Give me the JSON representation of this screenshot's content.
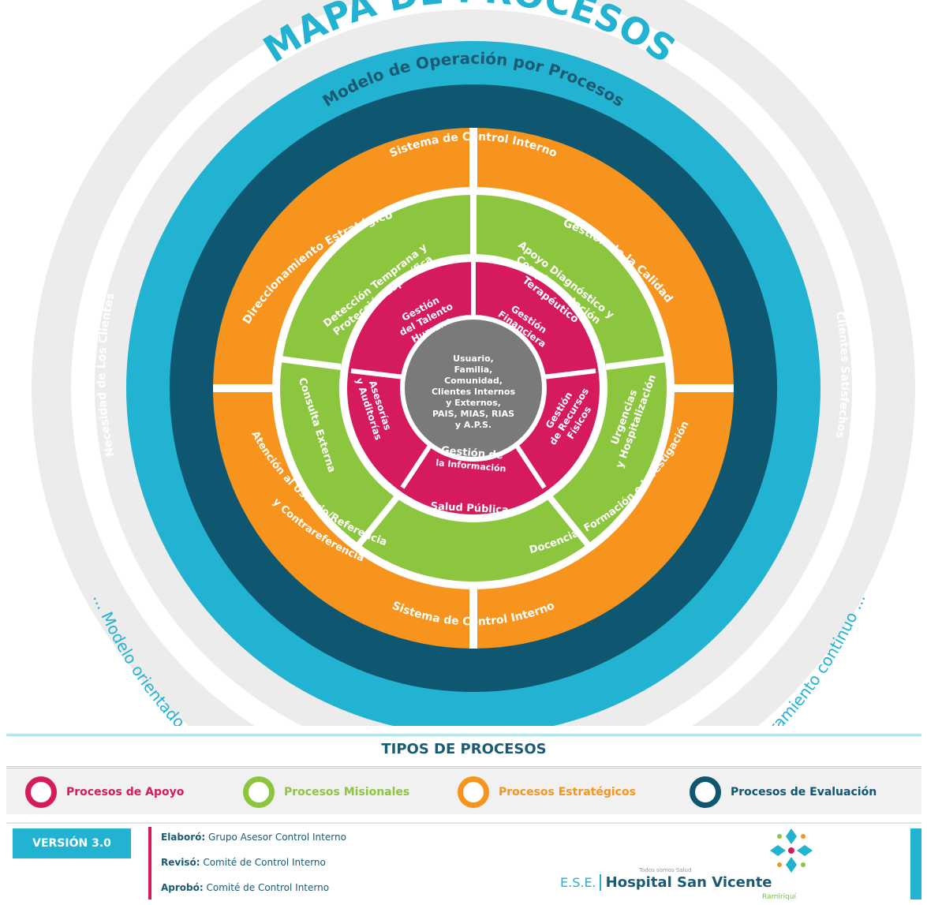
{
  "title": "MAPA DE PROCESOS",
  "subtitle": "Modelo de Operación por Procesos",
  "outer_left": "Necesidad de Los Clientes",
  "outer_right": "Clientes Satisfechos",
  "bottom_arc": "... Modelo orientado a las redes integrales de prestación de servicios, atención primaria en salud y mejoramiento continuo ...",
  "control_top": "Sistema de Control Interno",
  "control_bottom": "Sistema de Control Interno",
  "strategic": {
    "tl": "Direccionamiento Estratégico",
    "tr": "Gestión de la Calidad",
    "bl_1": "Atención al Usuario/Referencia",
    "bl_2": "y Contrareferencia",
    "br": "Docencia, Formación e Investigación"
  },
  "missional": {
    "top_left_1": "Detección Temprana y",
    "top_left_2": "Protección Específica",
    "top_right_1": "Apoyo Diagnóstico y",
    "top_right_2": "Complementación",
    "top_right_3": "Terapéutico",
    "left": "Consulta Externa",
    "right_1": "Urgencias",
    "right_2": "y Hospitalización",
    "bottom": "Salud Pública"
  },
  "support": {
    "talento": [
      "Gestión",
      "del Talento",
      "Humano"
    ],
    "financiera": [
      "Gestión",
      "Financiera"
    ],
    "asesorias": [
      "Asesorías",
      "y Auditorías"
    ],
    "recursos": [
      "Gestión",
      "de Recursos",
      "Físicos"
    ],
    "informacion": [
      "Gestión de",
      "la Información"
    ]
  },
  "center": [
    "Usuario,",
    "Familia,",
    "Comunidad,",
    "Clientes Internos",
    "y Externos,",
    "PAIS, MIAS, RIAS",
    "y A.P.S."
  ],
  "legend": {
    "title": "TIPOS DE PROCESOS",
    "items": [
      {
        "label": "Procesos de Apoyo",
        "color": "#d51b5d"
      },
      {
        "label": "Procesos Misionales",
        "color": "#8cc63f"
      },
      {
        "label": "Procesos Estratégicos",
        "color": "#f7941d"
      },
      {
        "label": "Procesos de Evaluación",
        "color": "#0f5671"
      }
    ]
  },
  "footer": {
    "version": "VERSIÓN 3.0",
    "elaboro_label": "Elaboró:",
    "elaboro": "Grupo Asesor Control Interno",
    "reviso_label": "Revisó:",
    "reviso": "Comité de Control Interno",
    "aprobo_label": "Aprobó:",
    "aprobo": "Comité de Control Interno",
    "logo_ese": "E.S.E.",
    "logo_name": "Hospital San Vicente",
    "logo_place": "Ramiriquí",
    "logo_tag": "Todos somos Salud"
  },
  "colors": {
    "outer_gray": "#ececec",
    "cyan": "#22b2d2",
    "navy": "#0f5671",
    "orange": "#f7941d",
    "green": "#8cc63f",
    "magenta": "#d51b5d",
    "center_gray": "#7a7a7a",
    "title": "#22b2d2",
    "subtitle": "#1b5a73"
  }
}
